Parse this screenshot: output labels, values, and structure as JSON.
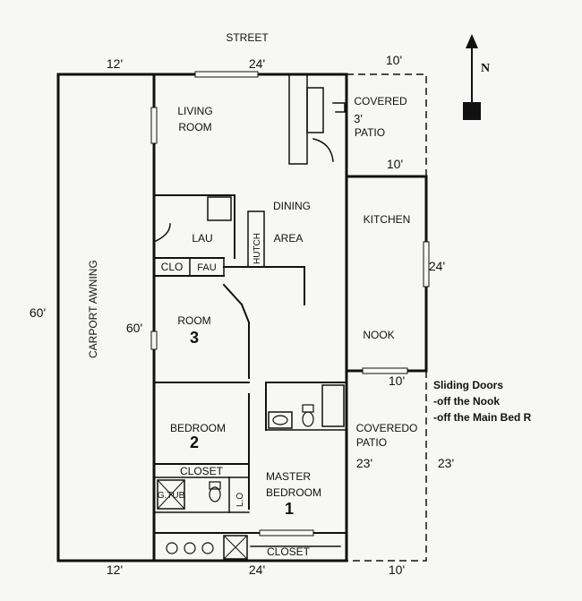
{
  "labels": {
    "street": "STREET",
    "north": "N",
    "living_room": [
      "LIVING",
      "ROOM"
    ],
    "covered_patio_top": [
      "COVERED",
      "3'",
      "PATIO"
    ],
    "dining_area": [
      "DINING",
      "AREA"
    ],
    "kitchen": "KITCHEN",
    "lau": "LAU",
    "hutch": "HUTCH",
    "clo": "CLO",
    "fau": "FAU",
    "room3": [
      "ROOM",
      "3"
    ],
    "nook": "NOOK",
    "carport": "CARPORT AWNING",
    "bedroom2": [
      "BEDROOM",
      "2"
    ],
    "closet_upper": "CLOSET",
    "gtub": "G.TUB",
    "lo": "L.O",
    "master_bedroom": [
      "MASTER",
      "BEDROOM",
      "1"
    ],
    "covered_patio_bottom": [
      "COVEREDO",
      "PATIO"
    ],
    "closet_lower": "CLOSET"
  },
  "dimensions": {
    "top_left": "12'",
    "top_mid": "24'",
    "top_right": "10'",
    "patio_inner_top": "10'",
    "kitchen_side": "24'",
    "left_side": "60'",
    "inner_left": "60'",
    "nook_bottom": "10'",
    "patio_left": "23'",
    "patio_right": "23'",
    "bottom_left": "12'",
    "bottom_mid": "24'",
    "bottom_right": "10'"
  },
  "notes": [
    "Sliding Doors",
    "-off the Nook",
    "-off the Main Bed R"
  ]
}
